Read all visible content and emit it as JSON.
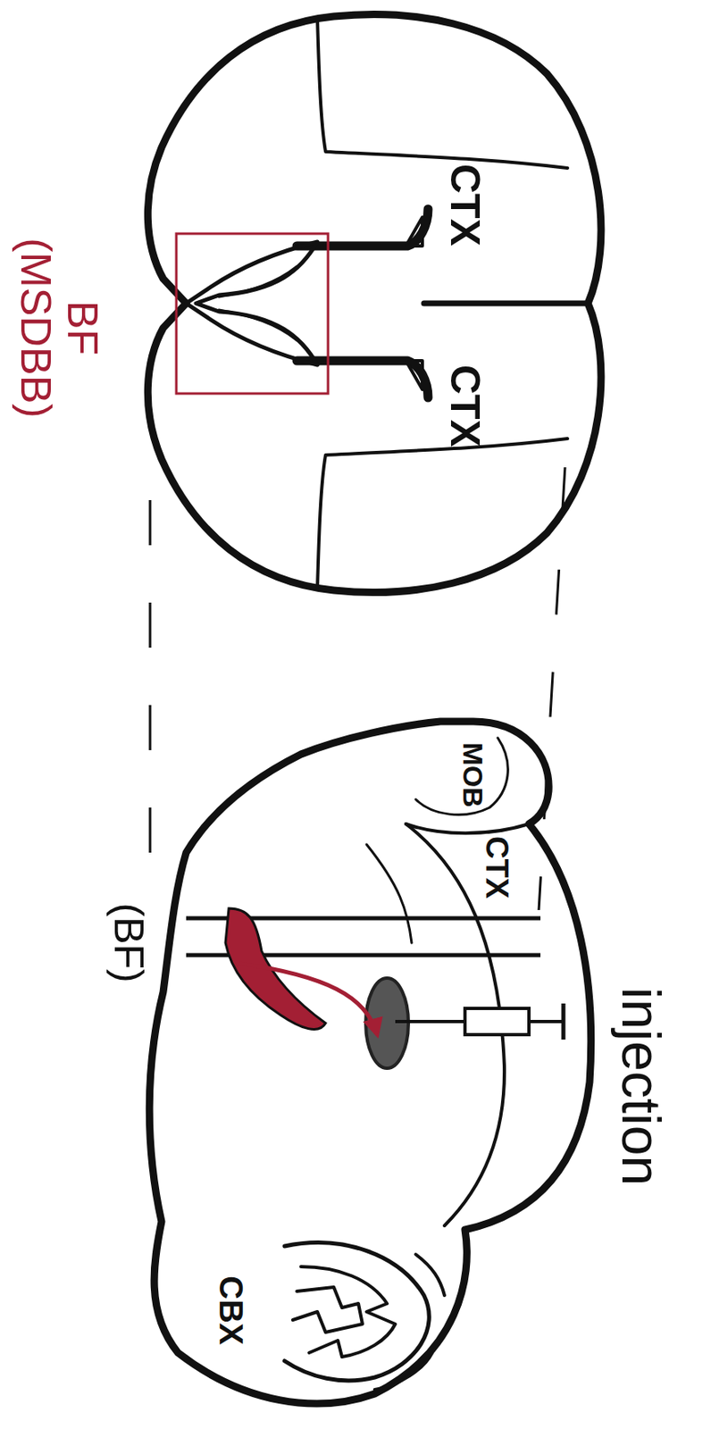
{
  "diagram": {
    "labels": [
      "CTX",
      "CTX",
      "BF (MSDBB)",
      "injection",
      "MOB",
      "CTX",
      "(BF)",
      "CBX"
    ]
  }
}
